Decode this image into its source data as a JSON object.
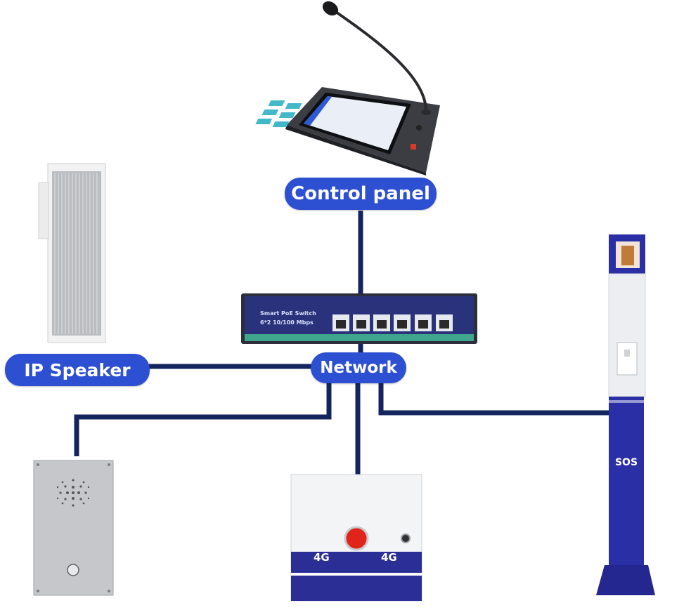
{
  "labels": {
    "control_panel": "Control panel",
    "network": "Network",
    "ip_speaker": "IP Speaker"
  },
  "switch": {
    "title": "Smart PoE Switch",
    "subtitle": "6*2 10/100 Mbps"
  },
  "alarm_box": {
    "badge_4g": "4G"
  },
  "sos_pillar": {
    "label": "SOS"
  },
  "colors": {
    "pill": "#2d4fd1",
    "cable": "#13245e",
    "pillar": "#2b2fa6"
  }
}
